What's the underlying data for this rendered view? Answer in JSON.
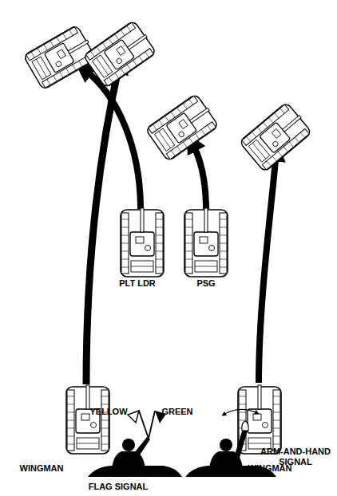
{
  "diagram": {
    "labels": [
      "PLT LDR",
      "PSG",
      "WINGMAN",
      "WINGMAN",
      "YELLOW",
      "GREEN",
      "FLAG SIGNAL",
      "ARM-AND-HAND SIGNAL"
    ]
  }
}
